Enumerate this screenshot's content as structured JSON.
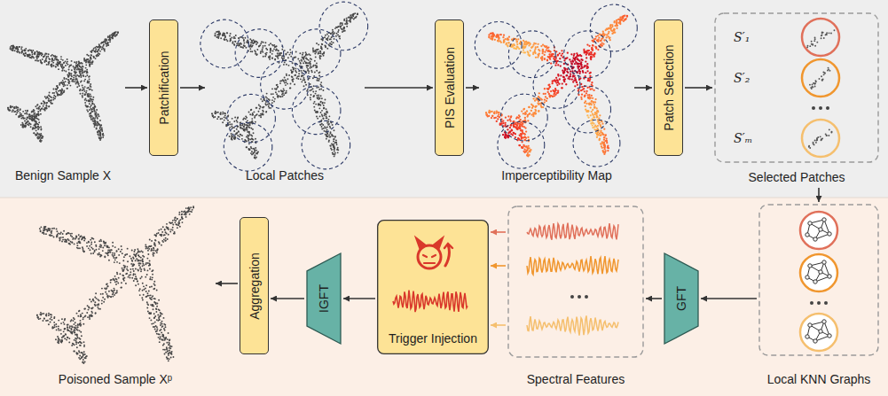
{
  "diagram": {
    "nodes": [
      {
        "text": [
          "Benign Sample X"
        ]
      },
      {
        "text": [
          "Patchification"
        ]
      },
      {
        "text": [
          "Local Patches"
        ]
      },
      {
        "text": [
          "PIS Evaluation"
        ]
      },
      {
        "text": [
          "Imperceptibility Map"
        ]
      },
      {
        "text": [
          "Patch Selection"
        ]
      },
      {
        "text": [
          "Selected Patches"
        ]
      },
      {
        "text": [
          "Local KNN Graphs"
        ]
      },
      {
        "text": [
          "GFT"
        ]
      },
      {
        "text": [
          "Spectral Features"
        ]
      },
      {
        "text": [
          "Trigger Injection"
        ]
      },
      {
        "text": [
          "IGFT"
        ]
      },
      {
        "text": [
          "Aggregation"
        ]
      },
      {
        "text": [
          "Poisoned Sample Xᵖ"
        ]
      }
    ],
    "edges": [
      {
        "from": 0,
        "to": 1,
        "arrow": "to"
      },
      {
        "from": 1,
        "to": 2,
        "arrow": "to"
      },
      {
        "from": 2,
        "to": 3,
        "arrow": "to"
      },
      {
        "from": 3,
        "to": 4,
        "arrow": "to"
      },
      {
        "from": 4,
        "to": 5,
        "arrow": "to"
      },
      {
        "from": 5,
        "to": 6,
        "arrow": "to"
      },
      {
        "from": 6,
        "to": 7,
        "arrow": "to"
      },
      {
        "from": 7,
        "to": 8,
        "arrow": "to"
      },
      {
        "from": 8,
        "to": 9,
        "arrow": "to"
      },
      {
        "from": 9,
        "to": 10,
        "arrow": "to"
      },
      {
        "from": 10,
        "to": 11,
        "arrow": "to"
      },
      {
        "from": 11,
        "to": 12,
        "arrow": "to"
      },
      {
        "from": 12,
        "to": 13,
        "arrow": "to"
      }
    ],
    "labels": [
      "S′₁",
      "S′₂",
      "S′ₘ"
    ]
  }
}
